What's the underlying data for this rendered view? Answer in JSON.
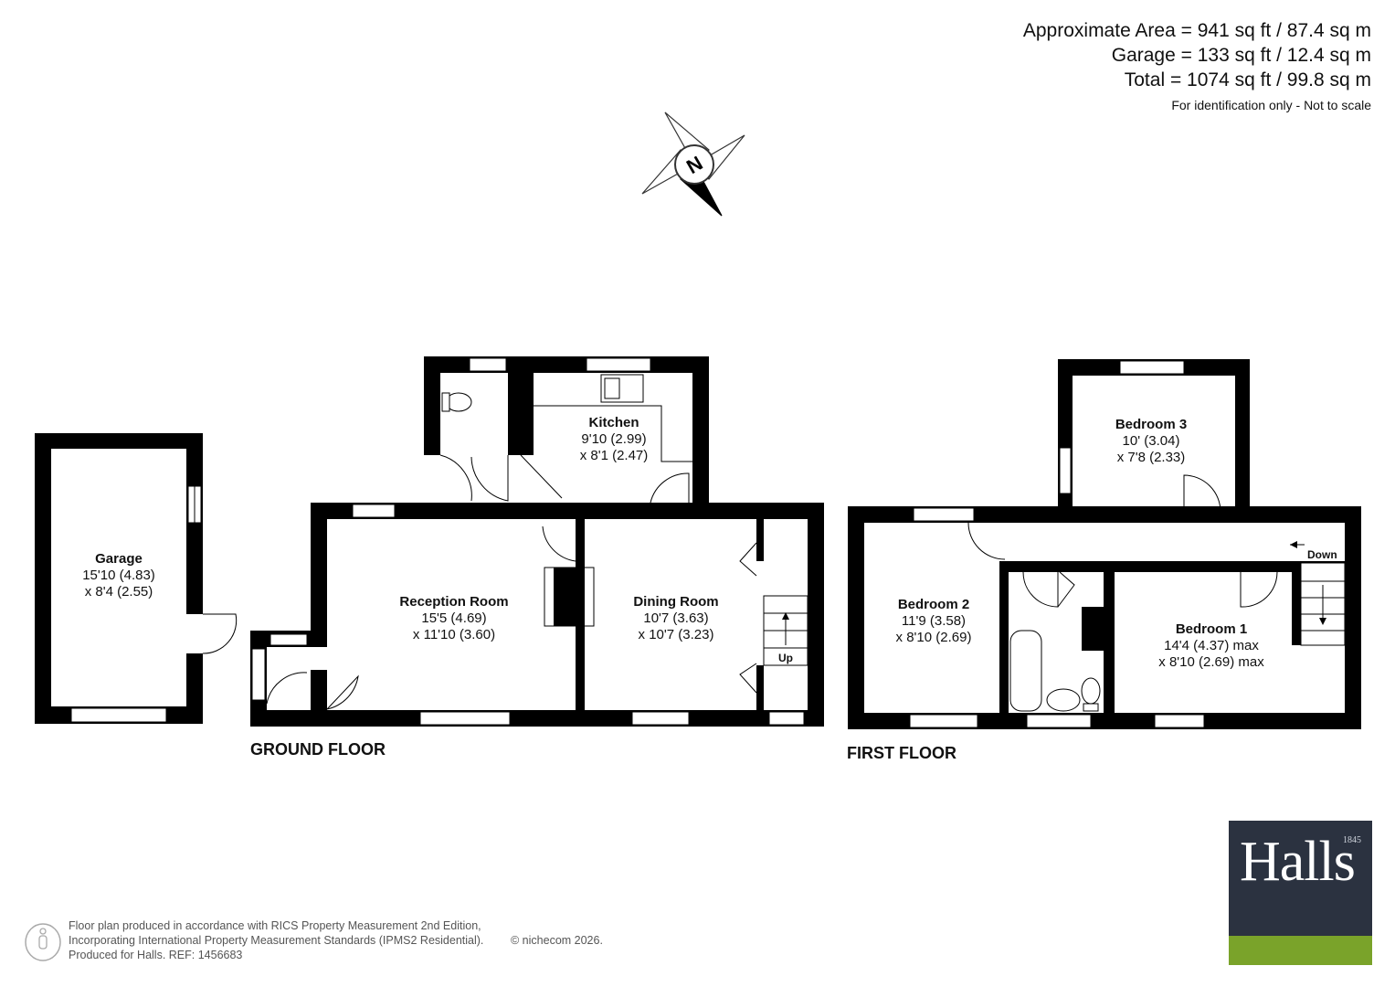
{
  "area": {
    "line1": "Approximate Area = 941 sq ft / 87.4 sq m",
    "line2": "Garage = 133 sq ft / 12.4 sq m",
    "line3": "Total = 1074 sq ft / 99.8 sq m",
    "note": "For identification only - Not to scale"
  },
  "compass": {
    "label": "N"
  },
  "ground_floor": {
    "label": "GROUND FLOOR",
    "rooms": {
      "garage": {
        "name": "Garage",
        "dim1": "15'10 (4.83)",
        "dim2": "x 8'4 (2.55)"
      },
      "kitchen": {
        "name": "Kitchen",
        "dim1": "9'10 (2.99)",
        "dim2": "x 8'1 (2.47)"
      },
      "reception": {
        "name": "Reception Room",
        "dim1": "15'5 (4.69)",
        "dim2": "x 11'10 (3.60)"
      },
      "dining": {
        "name": "Dining Room",
        "dim1": "10'7 (3.63)",
        "dim2": "x 10'7 (3.23)"
      }
    },
    "stairs": "Up"
  },
  "first_floor": {
    "label": "FIRST FLOOR",
    "rooms": {
      "bedroom3": {
        "name": "Bedroom 3",
        "dim1": "10' (3.04)",
        "dim2": "x 7'8 (2.33)"
      },
      "bedroom2": {
        "name": "Bedroom 2",
        "dim1": "11'9 (3.58)",
        "dim2": "x 8'10 (2.69)"
      },
      "bedroom1": {
        "name": "Bedroom 1",
        "dim1": "14'4 (4.37) max",
        "dim2": "x 8'10 (2.69) max"
      }
    },
    "stairs": "Down"
  },
  "footer": {
    "line1": "Floor plan produced in accordance with RICS Property Measurement 2nd Edition,",
    "line2": "Incorporating International Property Measurement Standards (IPMS2 Residential).",
    "line3": "Produced for Halls.   REF: 1456683",
    "copyright": "© nichecom 2026."
  },
  "logo": {
    "word": "Halls",
    "year": "1845"
  },
  "colors": {
    "wall": "#000000",
    "logo_bg": "#2b3240",
    "logo_bar": "#7aa32a"
  }
}
